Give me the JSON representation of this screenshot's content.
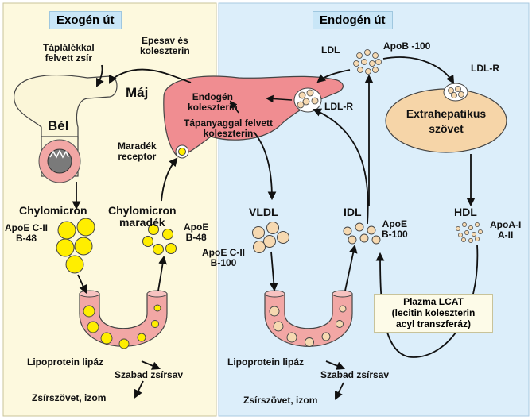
{
  "panels": {
    "exogen": {
      "title": "Exogén út",
      "bg": "#fdf9de"
    },
    "endogen": {
      "title": "Endogén út",
      "bg": "#dceefa"
    }
  },
  "colors": {
    "liver": "#f08d91",
    "vessel": "#f2a7a5",
    "chylo_particle": "#ffee00",
    "lipo_particle": "#f6d9b1",
    "tissue": "#f6d5a8",
    "intestine": "#fbf6d8"
  },
  "labels": {
    "taplalek": [
      "Táplálékkal",
      "felvett zsír"
    ],
    "epesav": [
      "Epesav és",
      "koleszterin"
    ],
    "maj": "Máj",
    "bel": "Bél",
    "endogen_kol": [
      "Endogén",
      "koleszterin"
    ],
    "ldl_r_liver": "LDL-R",
    "tapanyag": [
      "Tápanyaggal felvett",
      "koleszterin"
    ],
    "mardek": [
      "Maradék",
      "receptor"
    ],
    "ldl": "LDL",
    "apob100": "ApoB -100",
    "ldl_r_tissue": "LDL-R",
    "extrahep": [
      "Extrahepatikus",
      "szövet"
    ],
    "chylomicron": "Chylomicron",
    "chylo_maradek": [
      "Chylomicron",
      "maradék"
    ],
    "apoe_cii_b48": [
      "ApoE C-II",
      "B-48"
    ],
    "apoe_b48": [
      "ApoE",
      "B-48"
    ],
    "vldl": "VLDL",
    "idl": "IDL",
    "hdl": "HDL",
    "apoe_cii_b100": [
      "ApoE C-II",
      "B-100"
    ],
    "apoe_b100": [
      "ApoE",
      "B-100"
    ],
    "apoa": [
      "ApoA-I",
      "A-II"
    ],
    "lcat": [
      "Plazma LCAT",
      "(lecitin koleszterin",
      "acyl transzferáz)"
    ],
    "lipoprotein_left": "Lipoprotein lipáz",
    "szabad_left": "Szabad zsírsav",
    "zsirszovet_left": "Zsírszövet, izom",
    "lipoprotein_right": "Lipoprotein lipáz",
    "szabad_right": "Szabad zsírsav",
    "zsirszovet_right": "Zsírszövet, izom"
  }
}
